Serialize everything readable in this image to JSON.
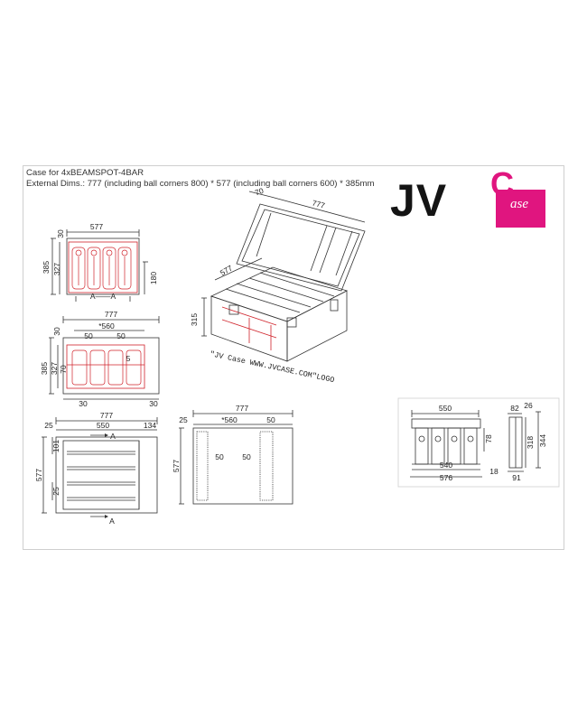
{
  "header": {
    "title": "Case for 4xBEAMSPOT-4BAR",
    "dims": "External Dims.: 777 (including ball corners 800) * 577 (including ball corners 600) * 385mm"
  },
  "logo": {
    "jv": "JV",
    "c": "C",
    "case": "ase"
  },
  "iso": {
    "d70": "70",
    "d777": "777",
    "d577": "577",
    "d315": "315",
    "caption": "\"JV Case WWW.JVCASE.COM\"LOGO"
  },
  "v1": {
    "w": "577",
    "h30": "30",
    "h385": "385",
    "h327": "327",
    "h180": "180",
    "sec": "A——A"
  },
  "v2": {
    "w": "777",
    "w560": "*560",
    "d50a": "50",
    "d50b": "50",
    "h30": "30",
    "h385": "385",
    "h327": "327",
    "h70": "70",
    "b30a": "30",
    "b30b": "30",
    "d5": "5"
  },
  "v3": {
    "w": "777",
    "d25": "25",
    "d550": "550",
    "d134": "134",
    "h101": "101",
    "h577": "577",
    "h25": "25",
    "secA": "A"
  },
  "v4": {
    "w": "777",
    "d25": "25",
    "d560": "*560",
    "d50": "50",
    "h577": "577",
    "i50a": "50",
    "i50b": "50"
  },
  "v5": {
    "w": "550",
    "w540": "540",
    "w576": "576",
    "h78": "78"
  },
  "v6": {
    "d82": "82",
    "d26": "26",
    "h318": "318",
    "h344": "344",
    "d18": "18",
    "d91": "91"
  },
  "colors": {
    "accent": "#e0157f",
    "red": "#d0222a",
    "line": "#333333"
  }
}
